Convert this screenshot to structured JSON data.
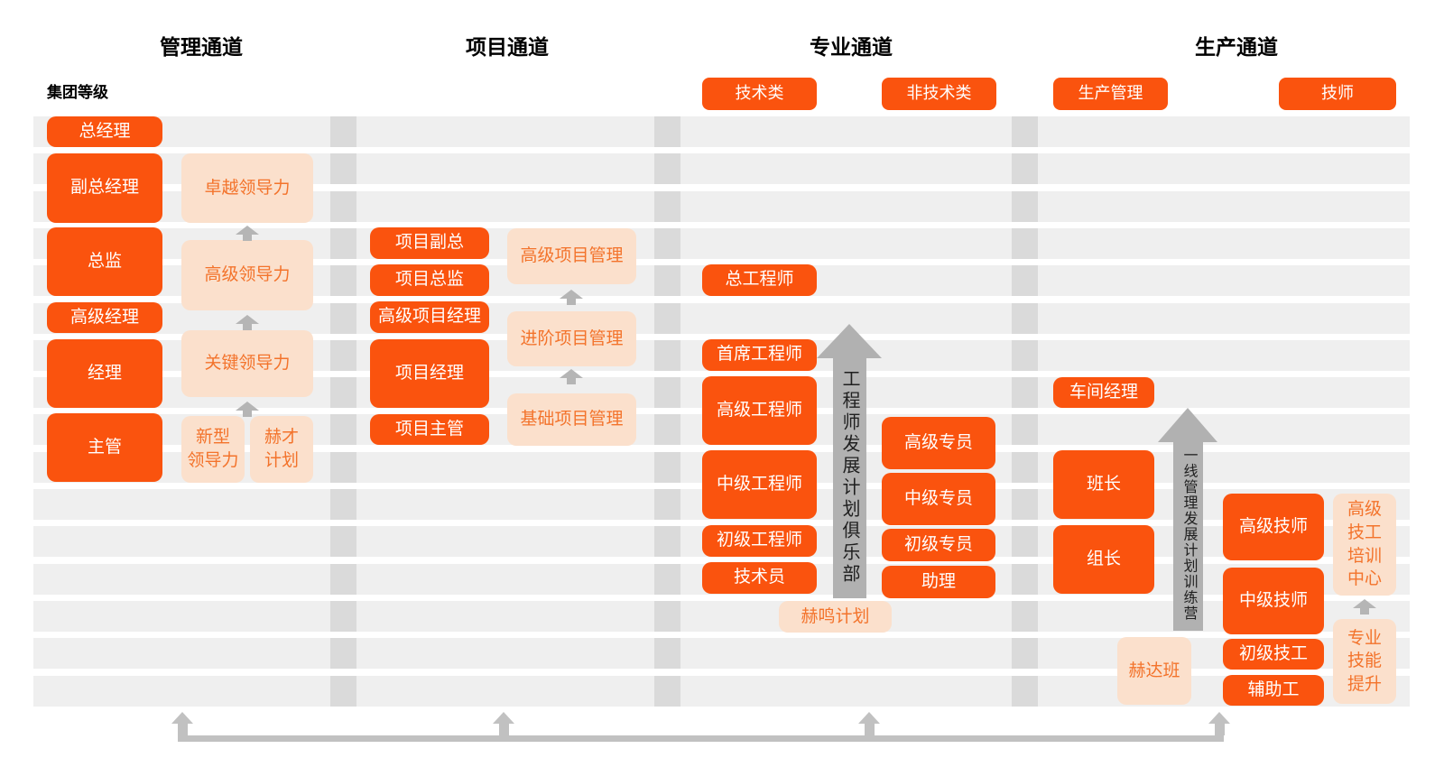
{
  "legend": {
    "group_level": "集团等级"
  },
  "channels": {
    "management": "管理通道",
    "project": "项目通道",
    "professional": "专业通道",
    "production": "生产通道"
  },
  "subcategories": {
    "technical": "技术类",
    "non_technical": "非技术类",
    "production_management": "生产管理",
    "technician": "技师"
  },
  "management": {
    "levels": [
      "总经理",
      "副总经理",
      "总监",
      "高级经理",
      "经理",
      "主管"
    ],
    "programs": [
      "卓越领导力",
      "高级领导力",
      "关键领导力",
      "新型\n领导力",
      "赫才\n计划"
    ]
  },
  "project": {
    "levels": [
      "项目副总",
      "项目总监",
      "高级项目经理",
      "项目经理",
      "项目主管"
    ],
    "programs": [
      "高级项目管理",
      "进阶项目管理",
      "基础项目管理"
    ]
  },
  "professional": {
    "technical_levels": [
      "总工程师",
      "首席工程师",
      "高级工程师",
      "中级工程师",
      "初级工程师",
      "技术员"
    ],
    "non_technical_levels": [
      "高级专员",
      "中级专员",
      "初级专员",
      "助理"
    ],
    "program": "赫鸣计划",
    "club_arrow": "工程师发展计划俱乐部"
  },
  "production": {
    "management_levels": [
      "车间经理",
      "班长",
      "组长"
    ],
    "technician_levels": [
      "高级技师",
      "中级技师",
      "初级技工",
      "辅助工"
    ],
    "programs": {
      "heda_class": "赫达班",
      "training_center": "高级\n技工\n培训\n中心",
      "skill_upgrade": "专业\n技能\n提升"
    },
    "camp_arrow": "一线管理发展计划训练营"
  },
  "colors": {
    "primary_orange": "#fa530e",
    "light_peach": "#fbe0cc",
    "peach_text": "#f3732b",
    "stripe_gray": "#efefef",
    "divider_gray": "#dadada",
    "arrow_gray": "#b1b1b1",
    "connector_gray": "#c1c1c1"
  }
}
